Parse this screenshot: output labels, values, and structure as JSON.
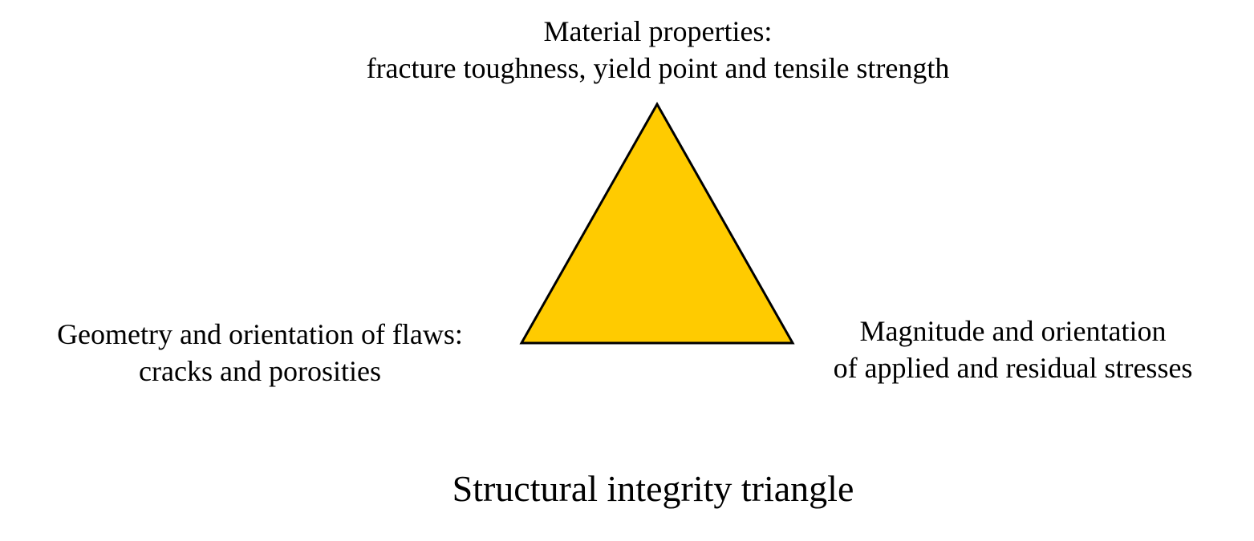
{
  "diagram": {
    "top_vertex": {
      "line1": "Material properties:",
      "line2": "fracture toughness, yield point and tensile strength"
    },
    "left_vertex": {
      "line1": "Geometry and orientation of flaws:",
      "line2": "cracks and porosities"
    },
    "right_vertex": {
      "line1": "Magnitude and orientation",
      "line2": "of applied and residual stresses"
    },
    "caption": "Structural integrity triangle",
    "colors": {
      "triangle_fill": "#FFCB00",
      "triangle_stroke": "#000000"
    }
  }
}
